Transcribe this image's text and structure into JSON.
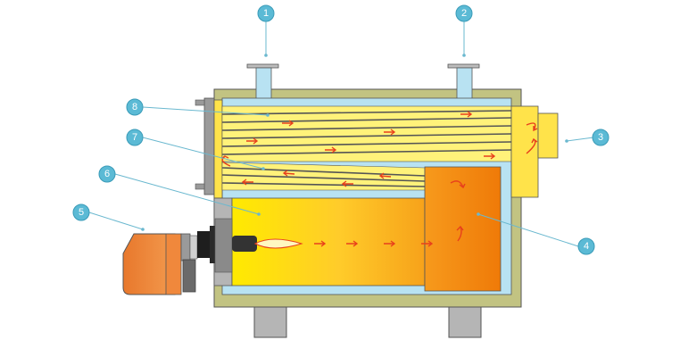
{
  "callouts": [
    {
      "id": "1",
      "label": "1",
      "part": "water-outlet-nozzle"
    },
    {
      "id": "2",
      "label": "2",
      "part": "water-outlet-nozzle-rear"
    },
    {
      "id": "3",
      "label": "3",
      "part": "flue-gas-outlet"
    },
    {
      "id": "4",
      "label": "4",
      "part": "reversing-chamber"
    },
    {
      "id": "5",
      "label": "5",
      "part": "burner"
    },
    {
      "id": "6",
      "label": "6",
      "part": "furnace"
    },
    {
      "id": "7",
      "label": "7",
      "part": "second-pass-tubes"
    },
    {
      "id": "8",
      "label": "8",
      "part": "third-pass-tubes"
    }
  ],
  "colors": {
    "callout_fill": "#5bbad5",
    "callout_stroke": "#3a9bb8",
    "leader_line": "#6ab8cf",
    "casing": "#c2c382",
    "water": "#b8e2f2",
    "flame_hot": "#ffe800",
    "flame_cool": "#f08a0c",
    "tube_fill": "#fff27a",
    "smoke_box": "#ffe34a",
    "burner_orange": "#f08a3c",
    "support_grey": "#b5b5b5",
    "flow_arrow": "#e8401c"
  }
}
